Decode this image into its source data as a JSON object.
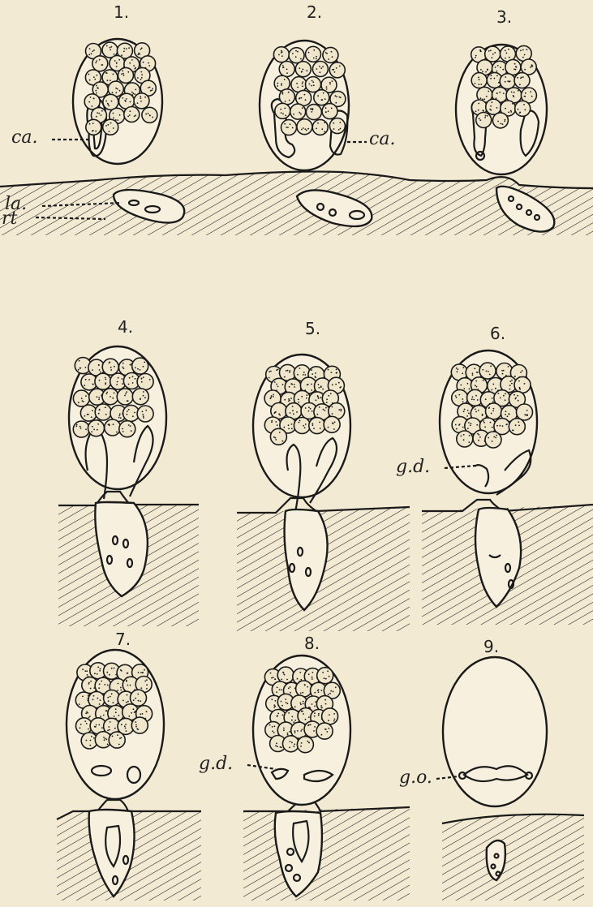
{
  "panels": [
    {
      "number": "1."
    },
    {
      "number": "2."
    },
    {
      "number": "3."
    },
    {
      "number": "4."
    },
    {
      "number": "5."
    },
    {
      "number": "6."
    },
    {
      "number": "7."
    },
    {
      "number": "8."
    },
    {
      "number": "9."
    }
  ],
  "labels": {
    "ca_1": "ca.",
    "ca_2": "ca.",
    "la": "la.",
    "rt": "rt",
    "gd_6": "g.d.",
    "gd_8": "g.d.",
    "go_9": "g.o."
  },
  "colors": {
    "paper": "#f3ead3",
    "ink": "#1a1a1a"
  }
}
